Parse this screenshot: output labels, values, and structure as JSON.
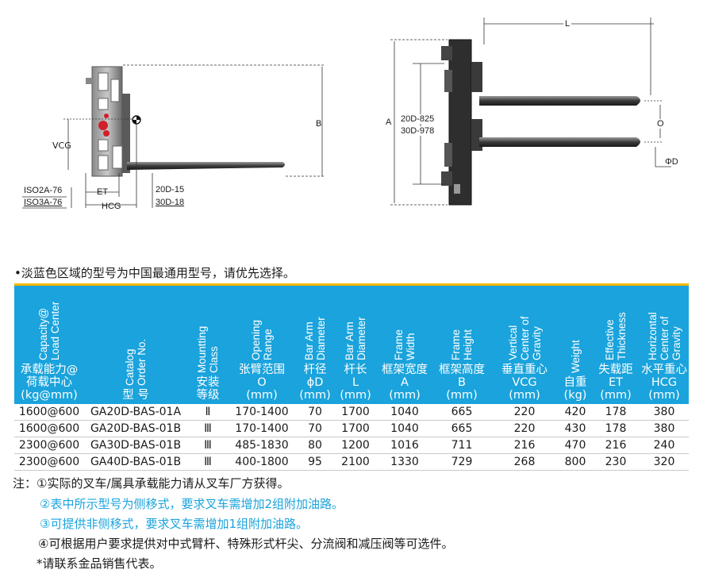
{
  "drawing_labels": {
    "left": {
      "vcg": "VCG",
      "iso2a": "ISO2A-76",
      "iso3a": "ISO3A-76",
      "et": "ET",
      "hcg": "HCG",
      "d_20": "20D-15",
      "d_30": "30D-18",
      "b": "B"
    },
    "right": {
      "l": "L",
      "a": "A",
      "d825": "20D-825",
      "d978": "30D-978",
      "o": "O",
      "phi_d": "ΦD"
    }
  },
  "intro": "•淡蓝色区域的型号为中国最通用型号，请优先选择。",
  "table": {
    "header_color": "#1aa3dc",
    "accent_color": "#f5b800",
    "columns": [
      {
        "en": "Capacity@\nLoad Center",
        "zh": "承载能力@\n荷载中心\n(kg@mm)"
      },
      {
        "en": "Catalog\nOrder No.",
        "zh": "型 号"
      },
      {
        "en": "Mountting\nClass",
        "zh": "安装\n等级"
      },
      {
        "en": "Opening\nRange",
        "zh": "张臂范围\nO\n(mm)"
      },
      {
        "en": "Bar Arm\nDiameter",
        "zh": "杆径\nϕD\n(mm)"
      },
      {
        "en": "Bar Arm\nDiameter",
        "zh": "杆长\nL\n(mm)"
      },
      {
        "en": "Frame\nWidth",
        "zh": "框架宽度\nA\n(mm)"
      },
      {
        "en": "Frame\nHeight",
        "zh": "框架高度\nB\n(mm)"
      },
      {
        "en": "Vertical\nCenter of\nGravity",
        "zh": "垂直重心\nVCG\n(mm)"
      },
      {
        "en": "Weight",
        "zh": "自重\n(kg)"
      },
      {
        "en": "Effective\nThickness",
        "zh": "失载距\nET\n(mm)"
      },
      {
        "en": "Horizontal\nCenter of\nGravity",
        "zh": "水平重心\nHCG\n(mm)"
      }
    ],
    "rows": [
      [
        "1600@600",
        "GA20D-BAS-01A",
        "Ⅱ",
        "170-1400",
        "70",
        "1700",
        "1040",
        "665",
        "220",
        "420",
        "178",
        "380"
      ],
      [
        "1600@600",
        "GA20D-BAS-01B",
        "Ⅲ",
        "170-1400",
        "70",
        "1700",
        "1040",
        "665",
        "220",
        "430",
        "178",
        "380"
      ],
      [
        "2300@600",
        "GA30D-BAS-01B",
        "Ⅲ",
        "485-1830",
        "80",
        "1200",
        "1016",
        "711",
        "216",
        "470",
        "216",
        "240"
      ],
      [
        "2300@600",
        "GA40D-BAS-01B",
        "Ⅲ",
        "400-1800",
        "95",
        "2100",
        "1330",
        "729",
        "268",
        "800",
        "230",
        "320"
      ]
    ]
  },
  "notes": [
    {
      "text": "注：①实际的叉车/属具承载能力请从叉车厂方获得。",
      "color": "#1a1a1a"
    },
    {
      "text": "②表中所示型号为侧移式，要求叉车需增加2组附加油路。",
      "color": "#1aa3dc"
    },
    {
      "text": "③可提供非侧移式，要求叉车需增加1组附加油路。",
      "color": "#1aa3dc"
    },
    {
      "text": "④可根据用户要求提供对中式臂杆、特殊形式杆尖、分流阀和减压阀等可选件。",
      "color": "#1a1a1a"
    },
    {
      "text": "*请联系金品销售代表。",
      "color": "#1a1a1a"
    }
  ]
}
